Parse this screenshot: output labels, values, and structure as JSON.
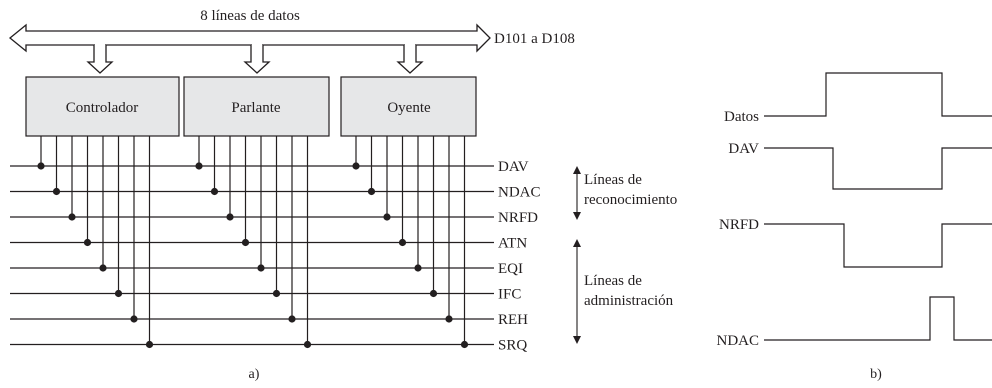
{
  "diagram_a": {
    "bus_label": "8 líneas de datos",
    "bus_end_label": "D101 a D108",
    "devices": [
      {
        "label": "Controlador"
      },
      {
        "label": "Parlante"
      },
      {
        "label": "Oyente"
      }
    ],
    "lines": [
      "DAV",
      "NDAC",
      "NRFD",
      "ATN",
      "EQI",
      "IFC",
      "REH",
      "SRQ"
    ],
    "groups": {
      "handshake": [
        "Líneas de",
        "reconocimiento"
      ],
      "management": [
        "Líneas de",
        "administración"
      ]
    },
    "caption": "a)"
  },
  "diagram_b": {
    "signals": [
      "Datos",
      "DAV",
      "NRFD",
      "NDAC"
    ],
    "caption": "b)"
  },
  "colors": {
    "ink": "#231f20",
    "box_fill": "#e6e7e8"
  }
}
